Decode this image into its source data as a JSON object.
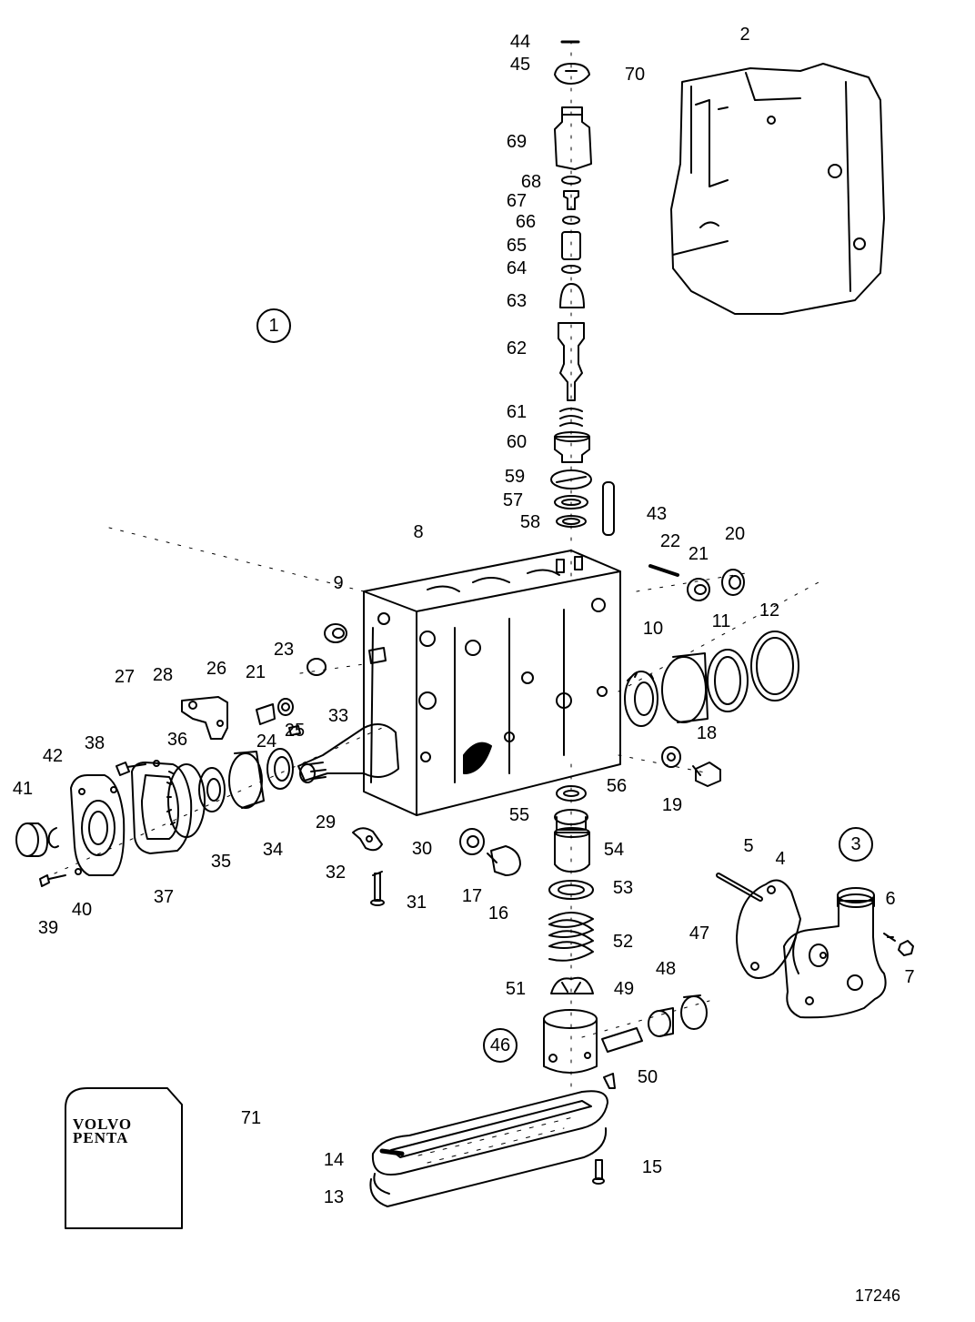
{
  "figure_number": "17246",
  "brand": {
    "line1": "VOLVO",
    "line2": "PENTA"
  },
  "circled_labels": {
    "c1": "1",
    "c3": "3",
    "c46": "46"
  },
  "labels": {
    "n44": "44",
    "n45": "45",
    "n70": "70",
    "n2": "2",
    "n69": "69",
    "n68": "68",
    "n67": "67",
    "n66": "66",
    "n65": "65",
    "n64": "64",
    "n63": "63",
    "n62": "62",
    "n61": "61",
    "n60": "60",
    "n59": "59",
    "n57": "57",
    "n58": "58",
    "n43": "43",
    "n8": "8",
    "n22": "22",
    "n21a": "21",
    "n20": "20",
    "n9": "9",
    "n12": "12",
    "n11": "11",
    "n10": "10",
    "n23": "23",
    "n27": "27",
    "n28": "28",
    "n26": "26",
    "n21b": "21",
    "n33": "33",
    "n25": "25",
    "n24": "24",
    "n18": "18",
    "n42": "42",
    "n38": "38",
    "n36": "36",
    "n41": "41",
    "n56": "56",
    "n19": "19",
    "n55": "55",
    "n29": "29",
    "n35": "35",
    "n34": "34",
    "n30": "30",
    "n54": "54",
    "n5": "5",
    "n4": "4",
    "n32": "32",
    "n53": "53",
    "n6": "6",
    "n37": "37",
    "n17": "17",
    "n16": "16",
    "n31": "31",
    "n40": "40",
    "n39": "39",
    "n47": "47",
    "n52": "52",
    "n7": "7",
    "n48": "48",
    "n51": "51",
    "n49": "49",
    "n50": "50",
    "n71": "71",
    "n14": "14",
    "n15": "15",
    "n13": "13"
  }
}
